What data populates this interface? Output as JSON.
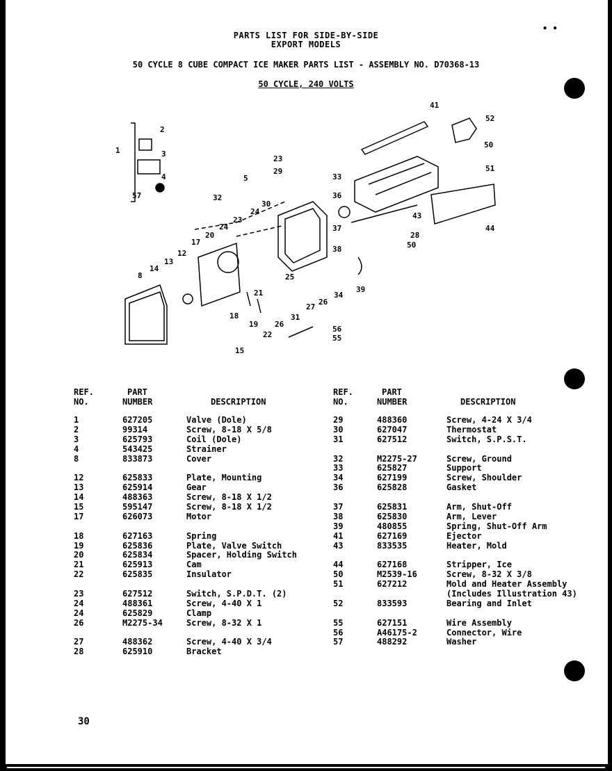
{
  "header": {
    "title_line1": "PARTS LIST FOR SIDE-BY-SIDE",
    "title_line2": "EXPORT MODELS",
    "title_line3": "50 CYCLE 8 CUBE COMPACT ICE MAKER PARTS LIST - ASSEMBLY NO.  D70368-13",
    "title_line4": "50 CYCLE, 240 VOLTS"
  },
  "table_headers": {
    "ref_line1": "REF.",
    "ref_line2": "NO.",
    "part_line1": "PART",
    "part_line2": "NUMBER",
    "description": "DESCRIPTION"
  },
  "left_parts": [
    {
      "ref": "1",
      "part": "627205",
      "desc": "Valve (Dole)"
    },
    {
      "ref": "2",
      "part": "99314",
      "desc": "Screw, 8-18 X 5/8"
    },
    {
      "ref": "3",
      "part": "625793",
      "desc": "Coil (Dole)"
    },
    {
      "ref": "4",
      "part": "543425",
      "desc": "Strainer"
    },
    {
      "ref": "8",
      "part": "833873",
      "desc": "Cover"
    },
    {
      "gap": true
    },
    {
      "ref": "12",
      "part": "625833",
      "desc": "Plate, Mounting"
    },
    {
      "ref": "13",
      "part": "625914",
      "desc": "Gear"
    },
    {
      "ref": "14",
      "part": "488363",
      "desc": "Screw, 8-18 X 1/2"
    },
    {
      "ref": "15",
      "part": "595147",
      "desc": "Screw, 8-18 X 1/2"
    },
    {
      "ref": "17",
      "part": "626073",
      "desc": "Motor"
    },
    {
      "gap": true
    },
    {
      "ref": "18",
      "part": "627163",
      "desc": "Spring"
    },
    {
      "ref": "19",
      "part": "625836",
      "desc": "Plate, Valve Switch"
    },
    {
      "ref": "20",
      "part": "625834",
      "desc": "Spacer, Holding Switch"
    },
    {
      "ref": "21",
      "part": "625913",
      "desc": "Cam"
    },
    {
      "ref": "22",
      "part": "625835",
      "desc": "Insulator"
    },
    {
      "gap": true
    },
    {
      "ref": "23",
      "part": "627512",
      "desc": "Switch, S.P.D.T. (2)"
    },
    {
      "ref": "24",
      "part": "488361",
      "desc": "Screw, 4-40 X 1"
    },
    {
      "ref": "24",
      "part": "625829",
      "desc": "Clamp"
    },
    {
      "ref": "26",
      "part": "M2275-34",
      "desc": "Screw, 8-32 X 1"
    },
    {
      "gap": true
    },
    {
      "ref": "27",
      "part": "488362",
      "desc": "Screw, 4-40 X 3/4"
    },
    {
      "ref": "28",
      "part": "625910",
      "desc": "Bracket"
    }
  ],
  "right_parts": [
    {
      "ref": "29",
      "part": "488360",
      "desc": "Screw, 4-24 X 3/4"
    },
    {
      "ref": "30",
      "part": "627047",
      "desc": "Thermostat"
    },
    {
      "ref": "31",
      "part": "627512",
      "desc": "Switch, S.P.S.T."
    },
    {
      "gap": true
    },
    {
      "ref": "32",
      "part": "M2275-27",
      "desc": "Screw, Ground"
    },
    {
      "ref": "33",
      "part": "625827",
      "desc": "Support"
    },
    {
      "ref": "34",
      "part": "627199",
      "desc": "Screw, Shoulder"
    },
    {
      "ref": "36",
      "part": "625828",
      "desc": "Gasket"
    },
    {
      "gap": true
    },
    {
      "ref": "37",
      "part": "625831",
      "desc": "Arm, Shut-Off"
    },
    {
      "ref": "38",
      "part": "625830",
      "desc": "Arm, Lever"
    },
    {
      "ref": "39",
      "part": "480855",
      "desc": "Spring, Shut-Off Arm"
    },
    {
      "ref": "41",
      "part": "627169",
      "desc": "Ejector"
    },
    {
      "ref": "43",
      "part": "833535",
      "desc": "Heater, Mold"
    },
    {
      "gap": true
    },
    {
      "ref": "44",
      "part": "627168",
      "desc": "Stripper, Ice"
    },
    {
      "ref": "50",
      "part": "M2539-16",
      "desc": "Screw, 8-32 X 3/8"
    },
    {
      "ref": "51",
      "part": "627212",
      "desc": "Mold and Heater Assembly"
    },
    {
      "ref": "",
      "part": "",
      "desc": "(Includes Illustration 43)"
    },
    {
      "ref": "52",
      "part": "833593",
      "desc": "Bearing and Inlet"
    },
    {
      "gap": true
    },
    {
      "ref": "55",
      "part": "627151",
      "desc": "Wire Assembly"
    },
    {
      "ref": "56",
      "part": "A46175-2",
      "desc": "Connector, Wire"
    },
    {
      "ref": "57",
      "part": "488292",
      "desc": "Washer"
    }
  ],
  "diagram_labels": [
    "1",
    "2",
    "3",
    "4",
    "57",
    "5",
    "8",
    "12",
    "13",
    "14",
    "15",
    "17",
    "18",
    "19",
    "20",
    "21",
    "22",
    "23",
    "24",
    "25",
    "26",
    "27",
    "28",
    "29",
    "30",
    "31",
    "32",
    "33",
    "34",
    "36",
    "37",
    "38",
    "39",
    "41",
    "43",
    "44",
    "50",
    "51",
    "52",
    "55",
    "56"
  ],
  "page_number": "30",
  "corner_marks": "•   •"
}
